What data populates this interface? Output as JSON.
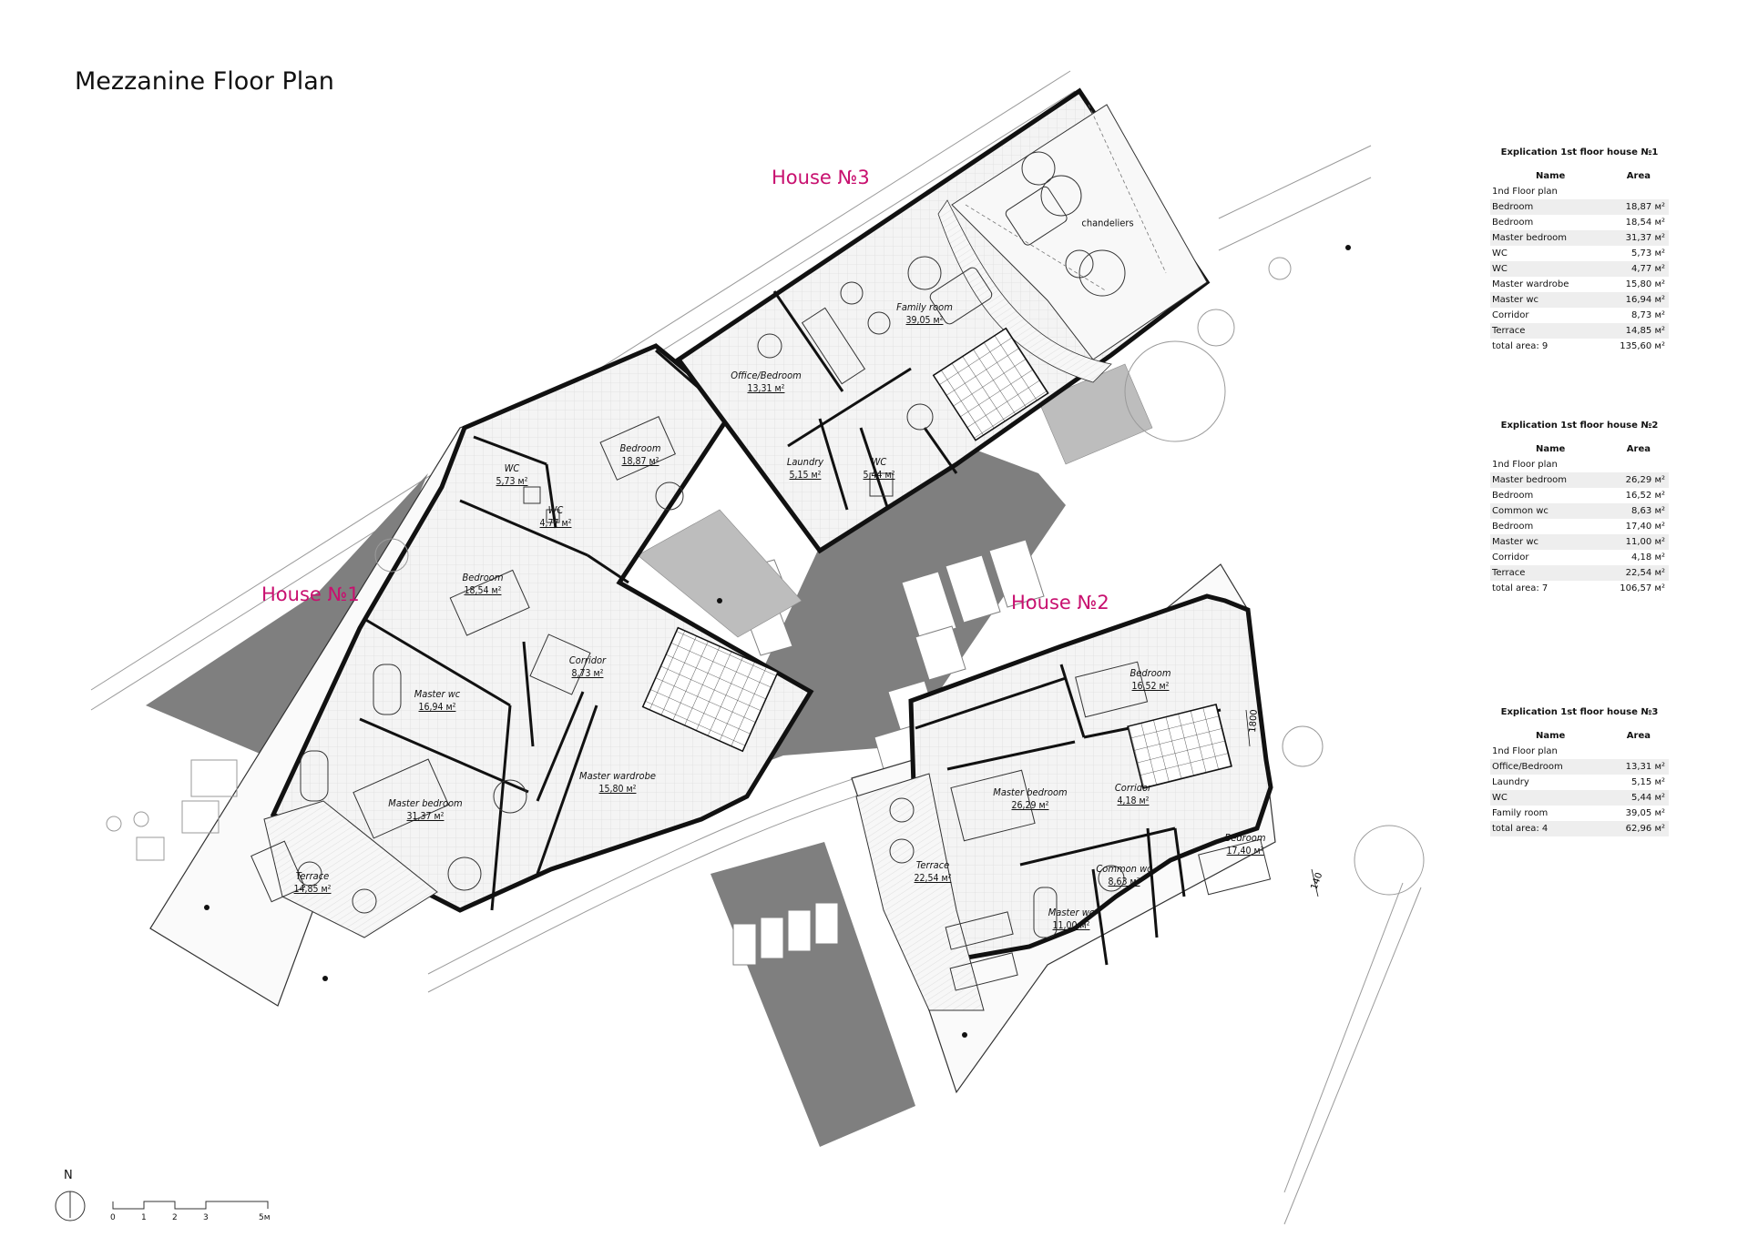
{
  "title": "Mezzanine Floor Plan",
  "houses": {
    "house1": "House №1",
    "house2": "House №2",
    "house3": "House №3"
  },
  "rooms": {
    "h1_bedroom_a": {
      "name": "Bedroom",
      "area": "18,87 м²"
    },
    "h1_wc_a": {
      "name": "WC",
      "area": "5,73 м²"
    },
    "h1_wc_b": {
      "name": "WC",
      "area": "4,77 м²"
    },
    "h1_bedroom_b": {
      "name": "Bedroom",
      "area": "18,54 м²"
    },
    "h1_corridor": {
      "name": "Corridor",
      "area": "8,73 м²"
    },
    "h1_master_wc": {
      "name": "Master wc",
      "area": "16,94 м²"
    },
    "h1_master_wardrobe": {
      "name": "Master wardrobe",
      "area": "15,80 м²"
    },
    "h1_master_bedroom": {
      "name": "Master bedroom",
      "area": "31,37 м²"
    },
    "h1_terrace": {
      "name": "Terrace",
      "area": "14,85 м²"
    },
    "h3_office": {
      "name": "Office/Bedroom",
      "area": "13,31 м²"
    },
    "h3_family": {
      "name": "Family room",
      "area": "39,05 м²"
    },
    "h3_laundry": {
      "name": "Laundry",
      "area": "5,15 м²"
    },
    "h3_wc": {
      "name": "WC",
      "area": "5,44 м²"
    },
    "h3_chandeliers": {
      "name": "chandeliers"
    },
    "h2_bedroom_a": {
      "name": "Bedroom",
      "area": "16,52 м²"
    },
    "h2_master_bedroom": {
      "name": "Master bedroom",
      "area": "26,29 м²"
    },
    "h2_corridor": {
      "name": "Corridor",
      "area": "4,18 м²"
    },
    "h2_bedroom_b": {
      "name": "Bedroom",
      "area": "17,40 м²"
    },
    "h2_terrace": {
      "name": "Terrace",
      "area": "22,54 м²"
    },
    "h2_common_wc": {
      "name": "Common wc",
      "area": "8,63 м²"
    },
    "h2_master_wc": {
      "name": "Master wc",
      "area": "11,00 м²"
    }
  },
  "dimensions": {
    "d1": "1800",
    "d2": "140"
  },
  "explication": [
    {
      "title": "Explication 1st floor house №1",
      "col_name": "Name",
      "col_area": "Area",
      "rows": [
        {
          "name": "1nd Floor plan",
          "area": ""
        },
        {
          "name": "Bedroom",
          "area": "18,87 м²"
        },
        {
          "name": "Bedroom",
          "area": "18,54 м²"
        },
        {
          "name": "Master bedroom",
          "area": "31,37 м²"
        },
        {
          "name": "WC",
          "area": "5,73 м²"
        },
        {
          "name": "WC",
          "area": "4,77 м²"
        },
        {
          "name": "Master wardrobe",
          "area": "15,80 м²"
        },
        {
          "name": "Master wc",
          "area": "16,94 м²"
        },
        {
          "name": "Corridor",
          "area": "8,73 м²"
        },
        {
          "name": "Terrace",
          "area": "14,85 м²"
        },
        {
          "name": "total area: 9",
          "area": "135,60 м²"
        }
      ]
    },
    {
      "title": "Explication 1st floor  house №2",
      "col_name": "Name",
      "col_area": "Area",
      "rows": [
        {
          "name": "1nd Floor plan",
          "area": ""
        },
        {
          "name": "Master bedroom",
          "area": "26,29 м²"
        },
        {
          "name": "Bedroom",
          "area": "16,52 м²"
        },
        {
          "name": "Common wc",
          "area": "8,63 м²"
        },
        {
          "name": "Bedroom",
          "area": "17,40 м²"
        },
        {
          "name": "Master wc",
          "area": "11,00 м²"
        },
        {
          "name": "Corridor",
          "area": "4,18 м²"
        },
        {
          "name": "Terrace",
          "area": "22,54 м²"
        },
        {
          "name": "total area: 7",
          "area": "106,57 м²"
        }
      ]
    },
    {
      "title": "Explication 1st floor  house №3",
      "col_name": "Name",
      "col_area": "Area",
      "rows": [
        {
          "name": "1nd Floor plan",
          "area": ""
        },
        {
          "name": "Office/Bedroom",
          "area": "13,31 м²"
        },
        {
          "name": "Laundry",
          "area": "5,15 м²"
        },
        {
          "name": "WC",
          "area": "5,44 м²"
        },
        {
          "name": "Family room",
          "area": "39,05 м²"
        },
        {
          "name": "total area: 4",
          "area": "62,96 м²"
        }
      ]
    }
  ],
  "scale": {
    "north": "N",
    "ticks": [
      "0",
      "1",
      "2",
      "3",
      "5м"
    ]
  },
  "colors": {
    "house_label": "#c8106f",
    "wall": "#111111",
    "paving": "#7f7f7f",
    "tile": "#bdbdbd"
  }
}
